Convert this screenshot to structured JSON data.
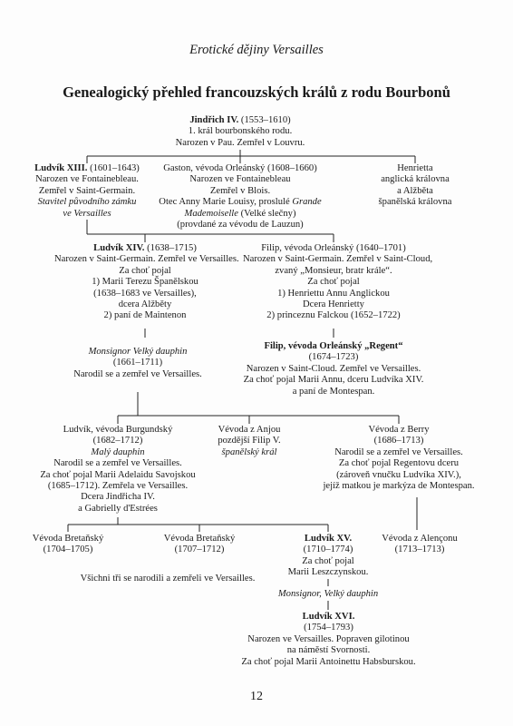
{
  "header": "Erotické dějiny Versailles",
  "title": "Genealogický přehled francouzských králů z rodu Bourbonů",
  "page_number": "12",
  "nodes": {
    "henri4": {
      "name": "Jindřich IV.",
      "years": " (1553–1610)",
      "lines": [
        "1. král bourbonského rodu.",
        "Narozen v Pau. Zemřel v Louvru."
      ]
    },
    "louis13": {
      "name": "Ludvík XIII.",
      "years": " (1601–1643)",
      "lines": [
        "Narozen ve Fontainebleau.",
        "Zemřel v Saint-Germain."
      ],
      "italic": [
        "Stavitel původního zámku",
        "ve Versailles"
      ]
    },
    "gaston": {
      "head": "Gaston, vévoda Orleánský (1608–1660)",
      "lines": [
        "Narozen ve Fontainebleau",
        "Zemřel v Blois."
      ],
      "l3a": "Otec Anny Marie Louisy, proslulé ",
      "l3b": "Grande",
      "l4": "Mademoiselle",
      "l4b": " (Velké slečny)",
      "l5": "(provdané za vévodu de Lauzun)"
    },
    "henrietta": {
      "lines": [
        "Henrietta",
        "anglická královna",
        "a Alžběta",
        "španělská královna"
      ]
    },
    "louis14": {
      "name": "Ludvík XIV.",
      "years": " (1638–1715)",
      "lines": [
        "Narozen v Saint-Germain. Zemřel ve Versailles.",
        "Za choť pojal",
        "1) Marii Terezu Španělskou",
        "(1638–1683 ve Versailles),",
        "dcera Alžběty",
        "2) paní de Maintenon"
      ]
    },
    "philippe1": {
      "head": "Filip, vévoda Orleánský (1640–1701)",
      "lines": [
        "Narozen v Saint-Germain. Zemřel v Saint-Cloud,",
        "zvaný „Monsieur, bratr krále“.",
        "Za choť pojal",
        "1) Henriettu Annu Anglickou",
        "Dcera Henrietty",
        "2) princeznu Falckou (1652–1722)"
      ]
    },
    "dauphin": {
      "italic": "Monsignor Velký dauphin",
      "lines": [
        "(1661–1711)",
        "Narodil se a zemřel ve Versailles."
      ]
    },
    "regent": {
      "name": "Filip, vévoda Orleánský „Regent“",
      "lines": [
        "(1674–1723)",
        "Narozen v Saint-Cloud. Zemřel ve Versailles.",
        "Za choť pojal Marii Annu, dceru Ludvíka XIV.",
        "a paní de Montespan."
      ]
    },
    "burgundy": {
      "lines1": [
        "Ludvík, vévoda Burgundský",
        "(1682–1712)"
      ],
      "italic": "Malý dauphin",
      "lines2": [
        "Narodil se a zemřel ve Versailles.",
        "Za choť pojal Marii Adelaidu Savojskou",
        "(1685–1712). Zemřela ve Versailles.",
        "Dcera Jindřicha IV.",
        "a Gabrielly d'Estrées"
      ]
    },
    "anjou": {
      "lines": [
        "Vévoda z Anjou",
        "pozdější Filip V."
      ],
      "italic": "španělský král"
    },
    "berry": {
      "lines": [
        "Vévoda z Berry",
        "(1686–1713)",
        "Narodil se a zemřel ve Versailles.",
        "Za choť pojal Regentovu dceru",
        "(zároveň vnučku Ludvíka XIV.),",
        "jejíž matkou je markýza de Montespan."
      ]
    },
    "bret1": {
      "lines": [
        "Vévoda Bretaňský",
        "(1704–1705)"
      ]
    },
    "bret2": {
      "lines": [
        "Vévoda Bretaňský",
        "(1707–1712)"
      ]
    },
    "louis15": {
      "name": "Ludvík XV.",
      "lines": [
        "(1710–1774)",
        "Za choť pojal",
        "Marii Leszczynskou."
      ]
    },
    "alencon": {
      "lines": [
        "Vévoda z Alençonu",
        "(1713–1713)"
      ]
    },
    "note": "Všichni tři se narodili a zemřeli ve Versailles.",
    "dauphin2": "Monsignor, Velký dauphin",
    "louis16": {
      "name": "Ludvík XVI.",
      "lines": [
        "(1754–1793)",
        "Narozen ve Versailles. Popraven gilotinou",
        "na náměstí Svornosti.",
        "Za choť pojal Marii Antoinettu Habsburskou."
      ]
    }
  }
}
